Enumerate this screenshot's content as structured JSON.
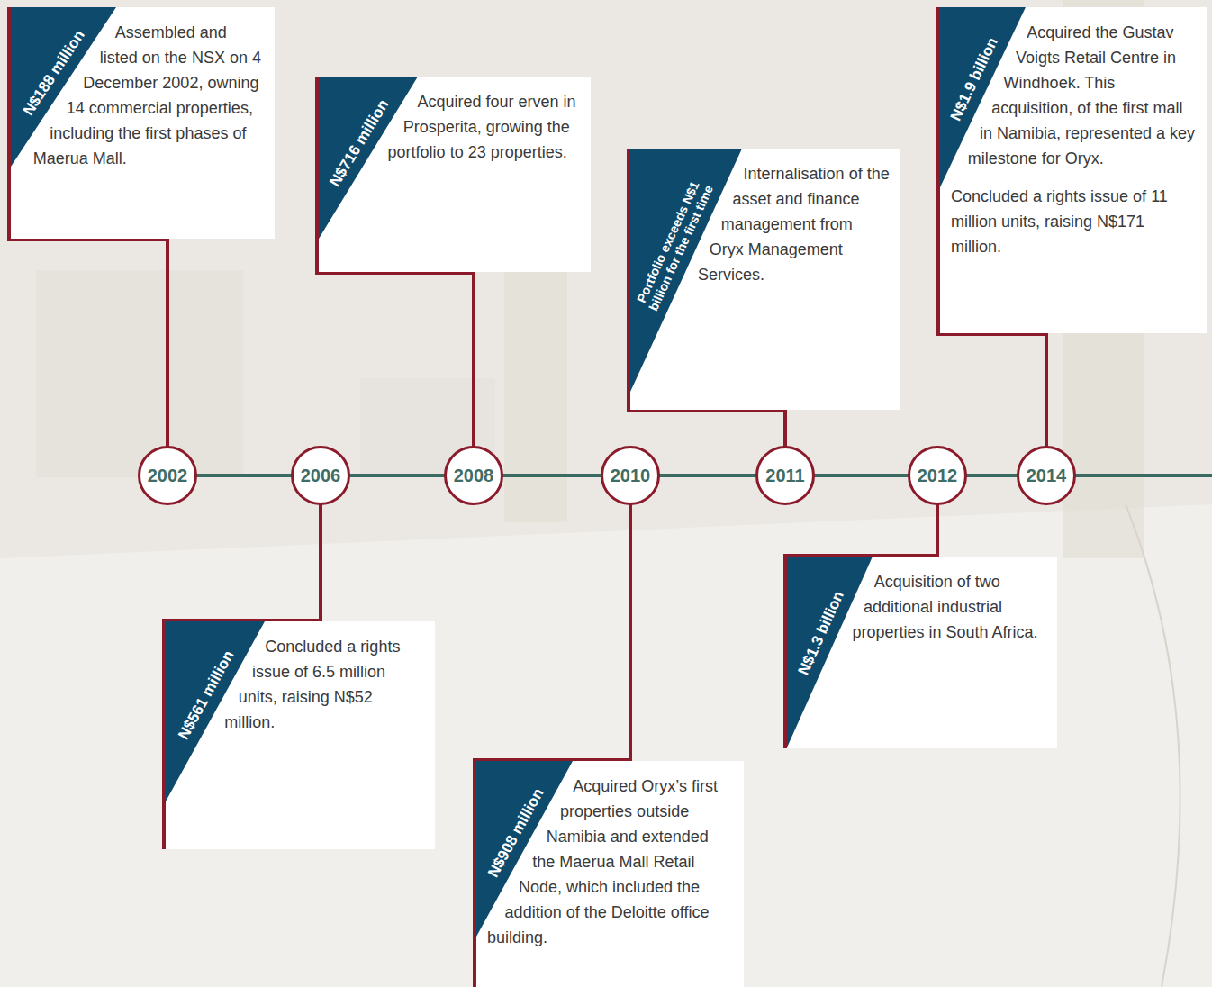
{
  "diagram": {
    "nodes": [
      {
        "text": [
          "2002"
        ]
      },
      {
        "text": [
          "N$188 million",
          "Assembled and listed on the NSX on 4 December 2002, owning 14 commercial properties, including the first phases of Maerua Mall."
        ]
      },
      {
        "text": [
          "2006"
        ]
      },
      {
        "text": [
          "N$561 million",
          "Concluded a rights issue of 6.5 million units, raising N$52 million."
        ]
      },
      {
        "text": [
          "2008"
        ]
      },
      {
        "text": [
          "N$716 million",
          "Acquired four erven in Prosperita, growing the portfolio to 23 properties."
        ]
      },
      {
        "text": [
          "2010"
        ]
      },
      {
        "text": [
          "N$908 million",
          "Acquired Oryx’s first properties outside Namibia and extended the Maerua Mall Retail Node, which included the addition of the Deloitte office building."
        ]
      },
      {
        "text": [
          "2011"
        ]
      },
      {
        "text": [
          "Portfolio exceeds N$1 billion for the first time",
          "Internalisation of the asset and finance management from Oryx Management Services."
        ]
      },
      {
        "text": [
          "2012"
        ]
      },
      {
        "text": [
          "N$1.3 billion",
          "Acquisition of two additional industrial properties in South Africa."
        ]
      },
      {
        "text": [
          "2014"
        ]
      },
      {
        "text": [
          "N$1.9 billion",
          "Acquired the Gustav Voigts Retail Centre in Windhoek. This acquisition, of the first mall in Namibia, represented a key milestone for Oryx.",
          "Concluded a rights issue of 11 million units, raising N$171 million."
        ]
      }
    ],
    "edges": [
      {
        "from": 1,
        "to": 0,
        "arrow": "none"
      },
      {
        "from": 3,
        "to": 2,
        "arrow": "none"
      },
      {
        "from": 5,
        "to": 4,
        "arrow": "none"
      },
      {
        "from": 7,
        "to": 6,
        "arrow": "none"
      },
      {
        "from": 9,
        "to": 8,
        "arrow": "none"
      },
      {
        "from": 11,
        "to": 10,
        "arrow": "none"
      },
      {
        "from": 13,
        "to": 12,
        "arrow": "none"
      }
    ]
  }
}
